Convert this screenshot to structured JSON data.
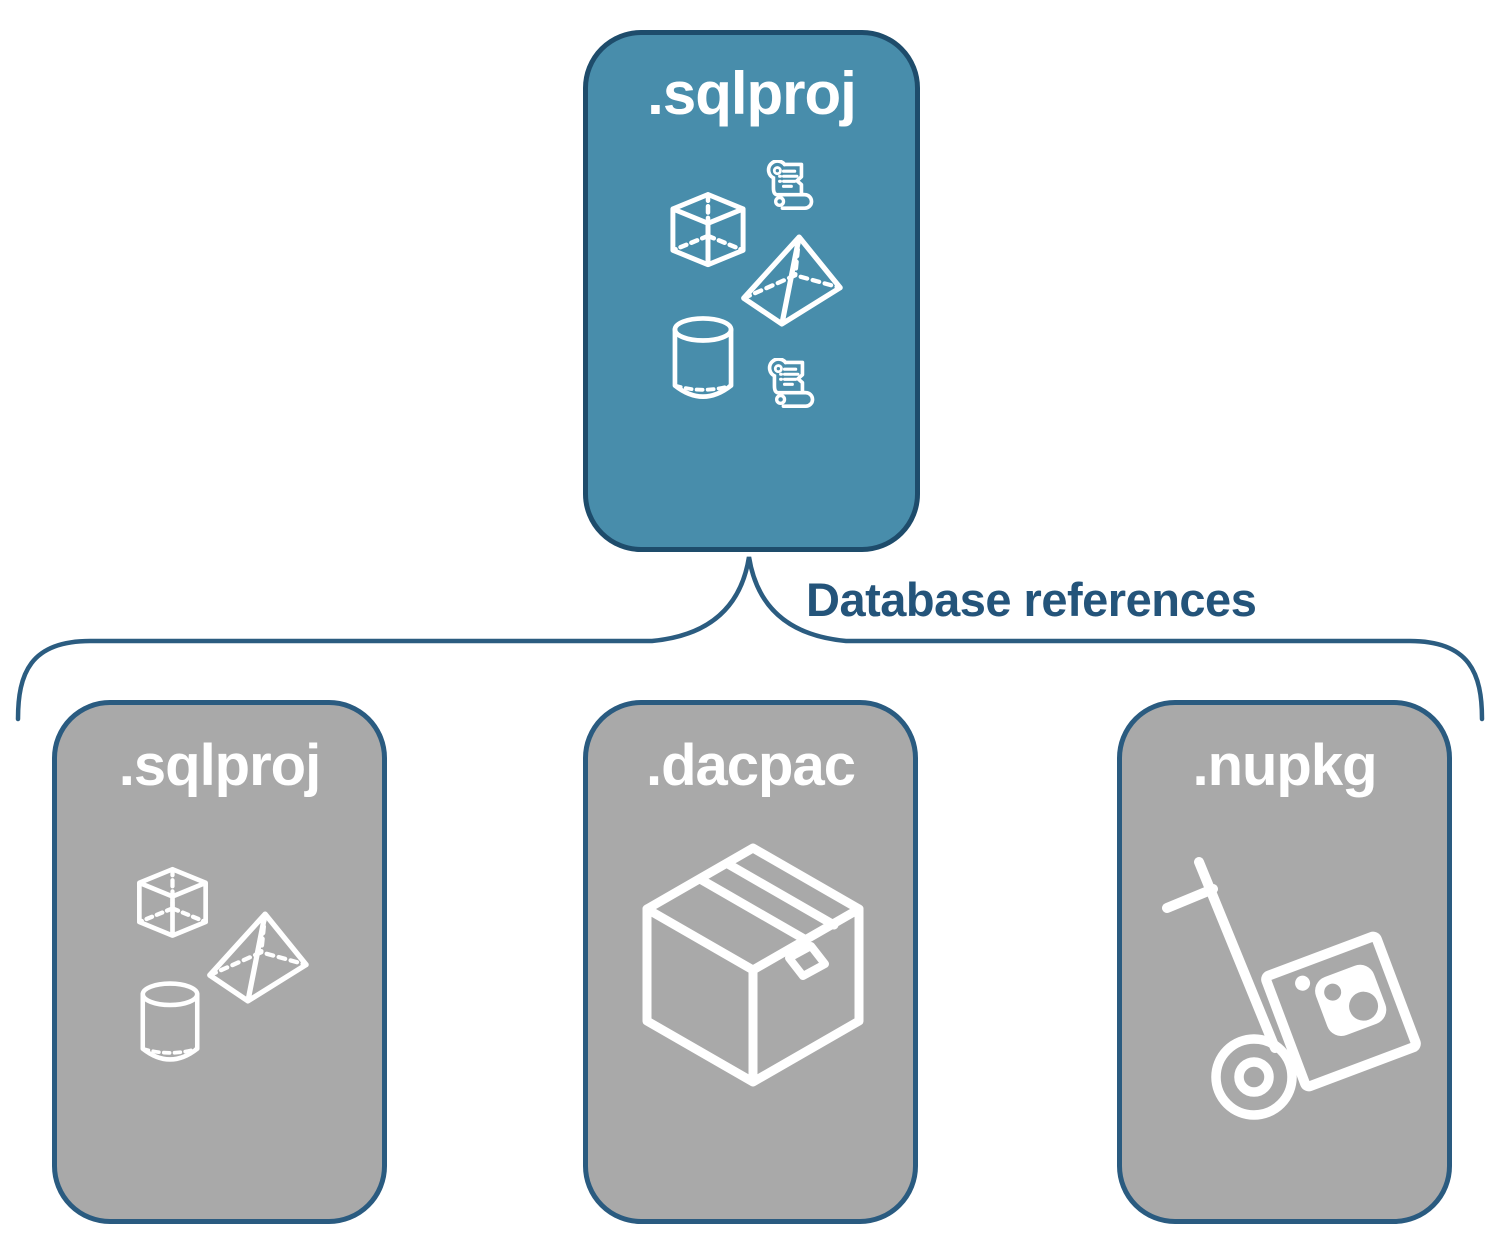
{
  "connector": {
    "label": "Database references"
  },
  "nodes": {
    "source": {
      "label": ".sqlproj",
      "icons": [
        "scroll-icon",
        "cube-icon",
        "pyramid-icon",
        "cylinder-icon",
        "scroll-icon"
      ]
    },
    "ref_sqlproj": {
      "label": ".sqlproj",
      "icons": [
        "cube-icon",
        "pyramid-icon",
        "cylinder-icon"
      ]
    },
    "ref_dacpac": {
      "label": ".dacpac",
      "icons": [
        "package-box-icon"
      ]
    },
    "ref_nupkg": {
      "label": ".nupkg",
      "icons": [
        "nuget-handtruck-icon"
      ]
    }
  },
  "colors": {
    "source_fill": "#488DAB",
    "source_border": "#1E4C6B",
    "reference_fill": "#A9A9A9",
    "reference_border": "#2A5B80",
    "connector_stroke": "#2B5C80",
    "connector_label_text": "#24547A",
    "icon_stroke": "#FFFFFF"
  }
}
